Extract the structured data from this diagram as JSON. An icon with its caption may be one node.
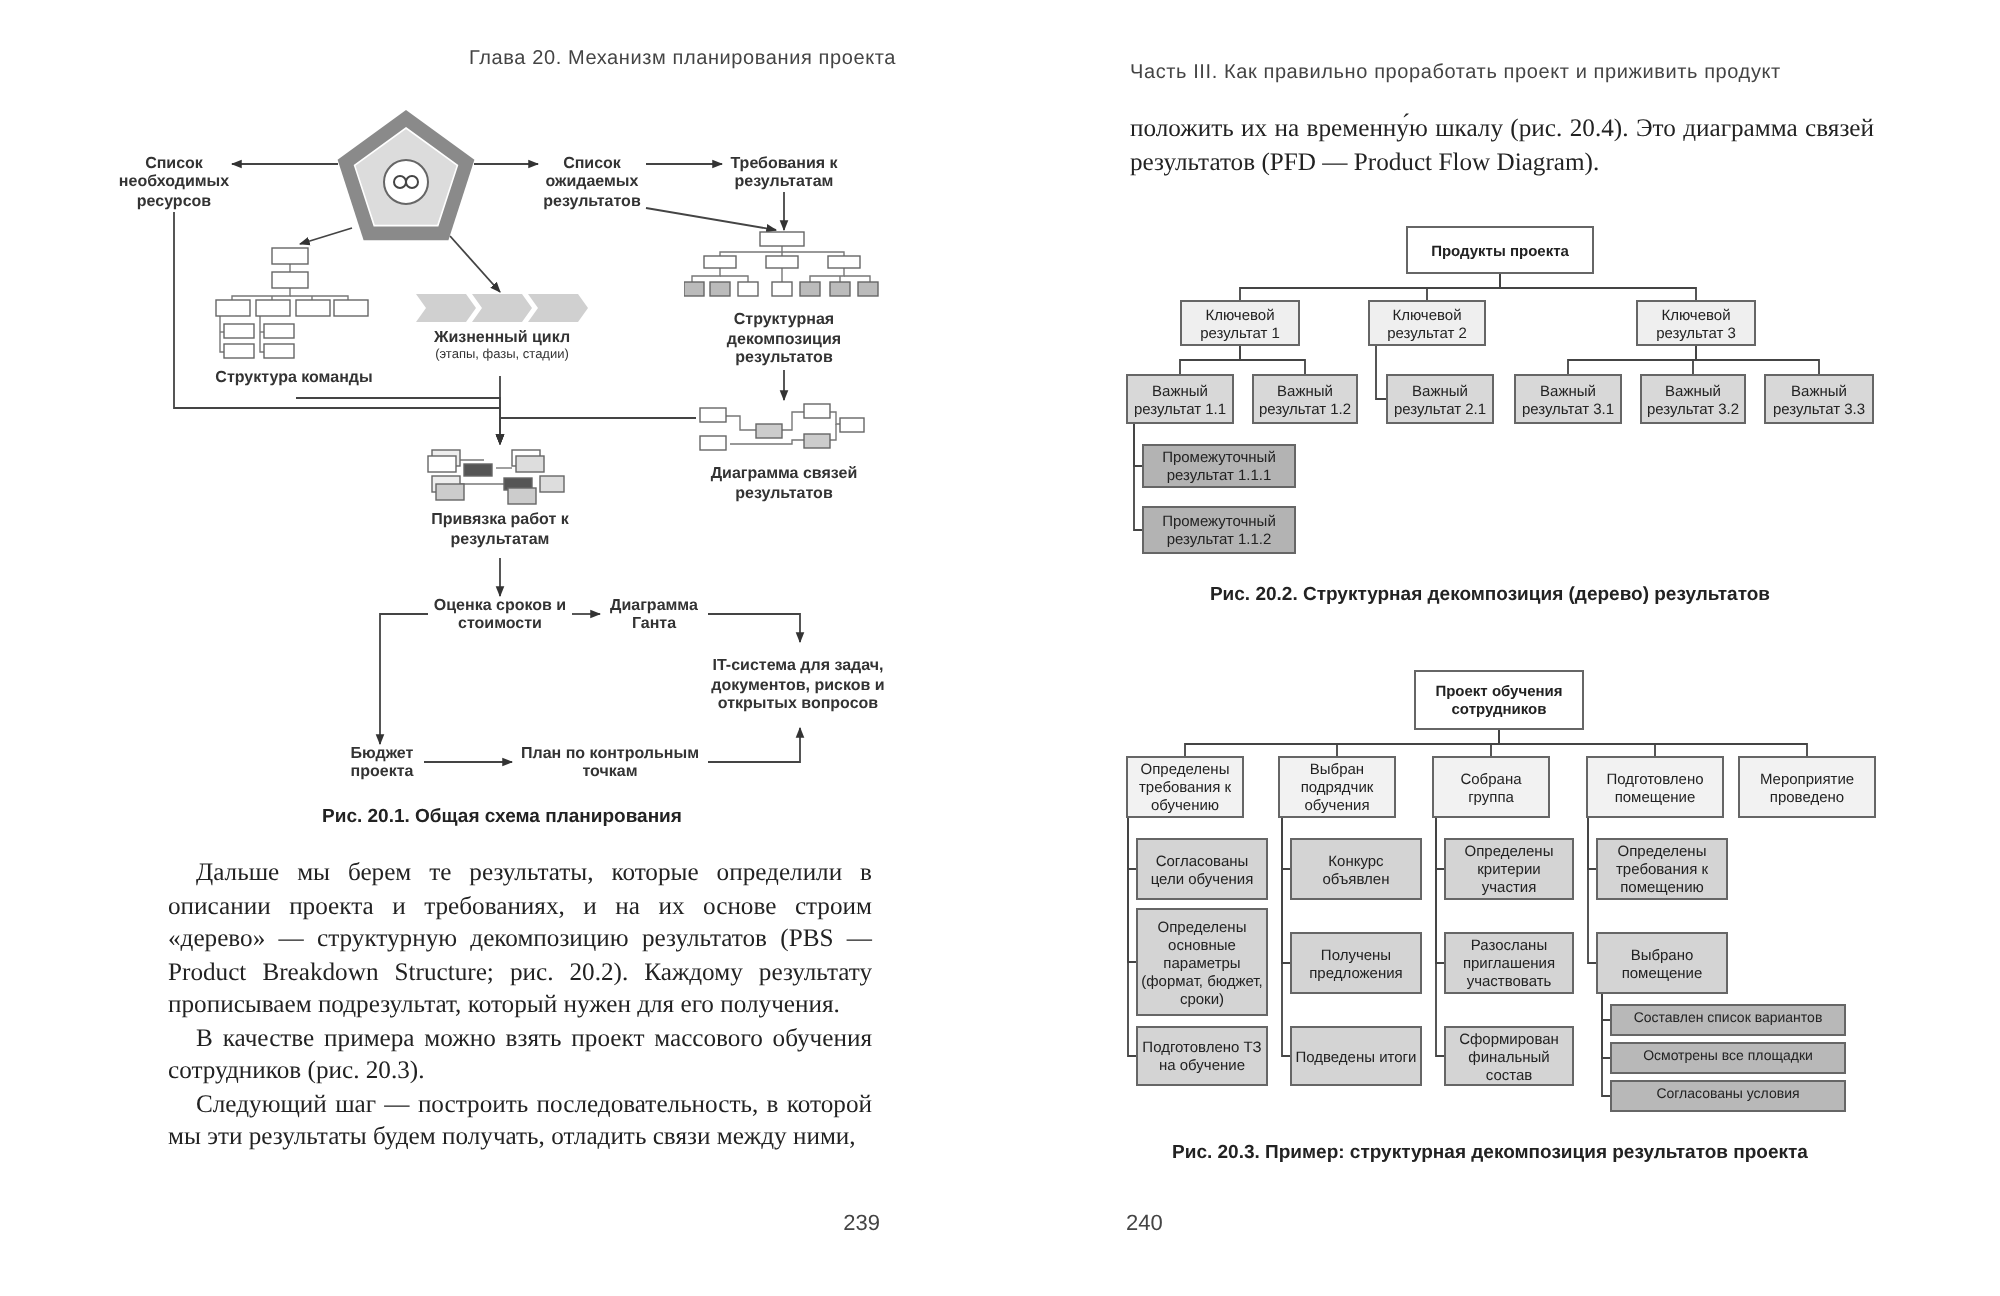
{
  "diagram": {
    "nodes": [
      {
        "text": [],
        "shape": "pentagon"
      },
      {
        "text": [
          "Список необходимых ресурсов"
        ]
      },
      {
        "text": [
          "Список ожидаемых результатов"
        ]
      },
      {
        "text": [
          "Требования к результатам"
        ]
      },
      {
        "text": [
          "Структура команды"
        ]
      },
      {
        "text": [
          "Жизненный цикл",
          "(этапы, фазы, стадии)"
        ]
      },
      {
        "text": [
          "Структурная декомпозиция результатов"
        ]
      },
      {
        "text": [
          "Диаграмма связей результатов"
        ]
      },
      {
        "text": [
          "Привязка работ к результатам"
        ]
      },
      {
        "text": [
          "Оценка сроков и стоимости"
        ]
      },
      {
        "text": [
          "Диаграмма Ганта"
        ]
      },
      {
        "text": [
          "IT-система для задач, документов, рисков и открытых вопросов"
        ]
      },
      {
        "text": [
          "Бюджет проекта"
        ]
      },
      {
        "text": [
          "План по контрольным точкам"
        ]
      },
      {
        "text": [
          "Продукты проекта"
        ]
      },
      {
        "text": [
          "Ключевой результат 1"
        ]
      },
      {
        "text": [
          "Ключевой результат 2"
        ]
      },
      {
        "text": [
          "Ключевой результат 3"
        ]
      },
      {
        "text": [
          "Важный результат 1.1"
        ]
      },
      {
        "text": [
          "Важный результат 1.2"
        ]
      },
      {
        "text": [
          "Важный результат 2.1"
        ]
      },
      {
        "text": [
          "Важный результат 3.1"
        ]
      },
      {
        "text": [
          "Важный результат 3.2"
        ]
      },
      {
        "text": [
          "Важный результат 3.3"
        ]
      },
      {
        "text": [
          "Промежуточный результат 1.1.1"
        ]
      },
      {
        "text": [
          "Промежуточный результат 1.1.2"
        ]
      },
      {
        "text": [
          "Проект обучения сотрудников"
        ]
      },
      {
        "text": [
          "Определены требования к обучению"
        ]
      },
      {
        "text": [
          "Выбран подрядчик обучения"
        ]
      },
      {
        "text": [
          "Собрана группа"
        ]
      },
      {
        "text": [
          "Подготовлено помещение"
        ]
      },
      {
        "text": [
          "Мероприятие проведено"
        ]
      },
      {
        "text": [
          "Согласованы цели обучения"
        ]
      },
      {
        "text": [
          "Определены основные параметры (формат, бюджет, сроки)"
        ]
      },
      {
        "text": [
          "Подготовлено ТЗ на обучение"
        ]
      },
      {
        "text": [
          "Конкурс объявлен"
        ]
      },
      {
        "text": [
          "Получены предложения"
        ]
      },
      {
        "text": [
          "Подведены итоги"
        ]
      },
      {
        "text": [
          "Определены критерии участия"
        ]
      },
      {
        "text": [
          "Разосланы приглашения участвовать"
        ]
      },
      {
        "text": [
          "Сформирован финальный состав"
        ]
      },
      {
        "text": [
          "Определены требования к помещению"
        ]
      },
      {
        "text": [
          "Выбрано помещение"
        ]
      },
      {
        "text": [
          "Составлен список вариантов"
        ]
      },
      {
        "text": [
          "Осмотрены все площадки"
        ]
      },
      {
        "text": [
          "Согласованы условия"
        ]
      }
    ],
    "edges": [
      {
        "from": 0,
        "to": 1,
        "arrow": "to"
      },
      {
        "from": 0,
        "to": 2,
        "arrow": "to"
      },
      {
        "from": 2,
        "to": 3,
        "arrow": "to"
      },
      {
        "from": 0,
        "to": 4,
        "arrow": "to"
      },
      {
        "from": 0,
        "to": 5,
        "arrow": "to"
      },
      {
        "from": 2,
        "to": 6,
        "arrow": "to"
      },
      {
        "from": 3,
        "to": 6,
        "arrow": "to"
      },
      {
        "from": 6,
        "to": 7,
        "arrow": "to"
      },
      {
        "from": 1,
        "to": 8,
        "arrow": "to"
      },
      {
        "from": 4,
        "to": 8,
        "arrow": "to"
      },
      {
        "from": 5,
        "to": 8,
        "arrow": "to"
      },
      {
        "from": 7,
        "to": 8,
        "arrow": "to"
      },
      {
        "from": 8,
        "to": 9,
        "arrow": "to"
      },
      {
        "from": 9,
        "to": 10,
        "arrow": "to"
      },
      {
        "from": 10,
        "to": 11,
        "arrow": "to"
      },
      {
        "from": 9,
        "to": 12,
        "arrow": "to"
      },
      {
        "from": 12,
        "to": 13,
        "arrow": "to"
      },
      {
        "from": 13,
        "to": 11,
        "arrow": "to"
      },
      {
        "from": 14,
        "to": 15,
        "arrow": "none"
      },
      {
        "from": 14,
        "to": 16,
        "arrow": "none"
      },
      {
        "from": 14,
        "to": 17,
        "arrow": "none"
      },
      {
        "from": 15,
        "to": 18,
        "arrow": "none"
      },
      {
        "from": 15,
        "to": 19,
        "arrow": "none"
      },
      {
        "from": 16,
        "to": 20,
        "arrow": "none"
      },
      {
        "from": 17,
        "to": 21,
        "arrow": "none"
      },
      {
        "from": 17,
        "to": 22,
        "arrow": "none"
      },
      {
        "from": 17,
        "to": 23,
        "arrow": "none"
      },
      {
        "from": 18,
        "to": 24,
        "arrow": "none"
      },
      {
        "from": 18,
        "to": 25,
        "arrow": "none"
      },
      {
        "from": 26,
        "to": 27,
        "arrow": "none"
      },
      {
        "from": 26,
        "to": 28,
        "arrow": "none"
      },
      {
        "from": 26,
        "to": 29,
        "arrow": "none"
      },
      {
        "from": 26,
        "to": 30,
        "arrow": "none"
      },
      {
        "from": 26,
        "to": 31,
        "arrow": "none"
      },
      {
        "from": 27,
        "to": 32,
        "arrow": "none"
      },
      {
        "from": 27,
        "to": 33,
        "arrow": "none"
      },
      {
        "from": 27,
        "to": 34,
        "arrow": "none"
      },
      {
        "from": 28,
        "to": 35,
        "arrow": "none"
      },
      {
        "from": 28,
        "to": 36,
        "arrow": "none"
      },
      {
        "from": 28,
        "to": 37,
        "arrow": "none"
      },
      {
        "from": 29,
        "to": 38,
        "arrow": "none"
      },
      {
        "from": 29,
        "to": 39,
        "arrow": "none"
      },
      {
        "from": 29,
        "to": 40,
        "arrow": "none"
      },
      {
        "from": 30,
        "to": 41,
        "arrow": "none"
      },
      {
        "from": 30,
        "to": 42,
        "arrow": "none"
      },
      {
        "from": 42,
        "to": 43,
        "arrow": "none"
      },
      {
        "from": 42,
        "to": 44,
        "arrow": "none"
      },
      {
        "from": 42,
        "to": 45,
        "arrow": "none"
      }
    ],
    "labels": [
      "Глава 20. Механизм планирования проекта",
      "Рис. 20.1. Общая схема планирования",
      "Дальше мы берем те результаты, которые определили в описании проекта и требованиях, и на их основе строим «дерево» — структурную декомпозицию результатов (PBS — Product Breakdown Structure; рис. 20.2). Каждому результату прописываем подрезультат, который нужен для его получения.",
      "В качестве примера можно взять проект массового обучения сотрудников (рис. 20.3).",
      "Следующий шаг — построить последовательность, в которой мы эти результаты будем получать, отладить связи между ними,",
      "239",
      "Часть III. Как правильно проработать проект и приживить продукт",
      "положить их на временну́ю шкалу (рис. 20.4). Это диаграмма связей результатов (PFD — Product Flow Diagram).",
      "Рис. 20.2. Структурная декомпозиция (дерево) результатов",
      "Рис. 20.3. Пример: структурная декомпозиция результатов проекта",
      "240"
    ]
  }
}
